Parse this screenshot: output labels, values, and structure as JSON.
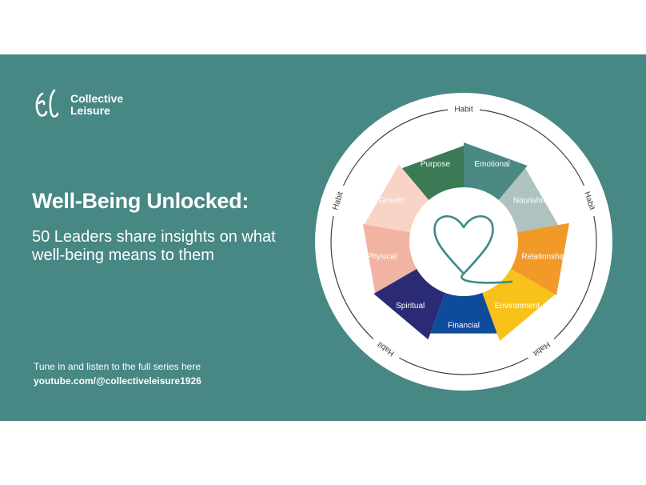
{
  "brand": {
    "line1": "Collective",
    "line2": "Leisure",
    "logo_icon": "cl-monogram-icon"
  },
  "title": "Well-Being Unlocked:",
  "subtitle": "50 Leaders share insights on what well-being means to them",
  "cta": {
    "text": "Tune in and listen to the full series here",
    "url": "youtube.com/@collectiveleisure1926"
  },
  "wheel": {
    "ring_label": "Habit",
    "center_icon": "heart-loop-icon",
    "segments": [
      {
        "label": "Emotional",
        "color": "#4a8883",
        "text_color": "#ffffff"
      },
      {
        "label": "Nourishment",
        "color": "#aec3bf",
        "text_color": "#ffffff"
      },
      {
        "label": "Relationships",
        "color": "#f19a28",
        "text_color": "#ffffff"
      },
      {
        "label": "Environment",
        "color": "#f9c21b",
        "text_color": "#ffffff"
      },
      {
        "label": "Financial",
        "color": "#0f4b9b",
        "text_color": "#ffffff"
      },
      {
        "label": "Spiritual",
        "color": "#2b2b75",
        "text_color": "#ffffff"
      },
      {
        "label": "Physical",
        "color": "#f2b4a2",
        "text_color": "#ffffff"
      },
      {
        "label": "Growth",
        "color": "#f8d3c6",
        "text_color": "#ffffff"
      },
      {
        "label": "Purpose",
        "color": "#3a7a54",
        "text_color": "#ffffff"
      }
    ]
  },
  "colors": {
    "banner": "#478784",
    "ring": "#ffffff",
    "ring_stroke": "#3d3d3d"
  }
}
